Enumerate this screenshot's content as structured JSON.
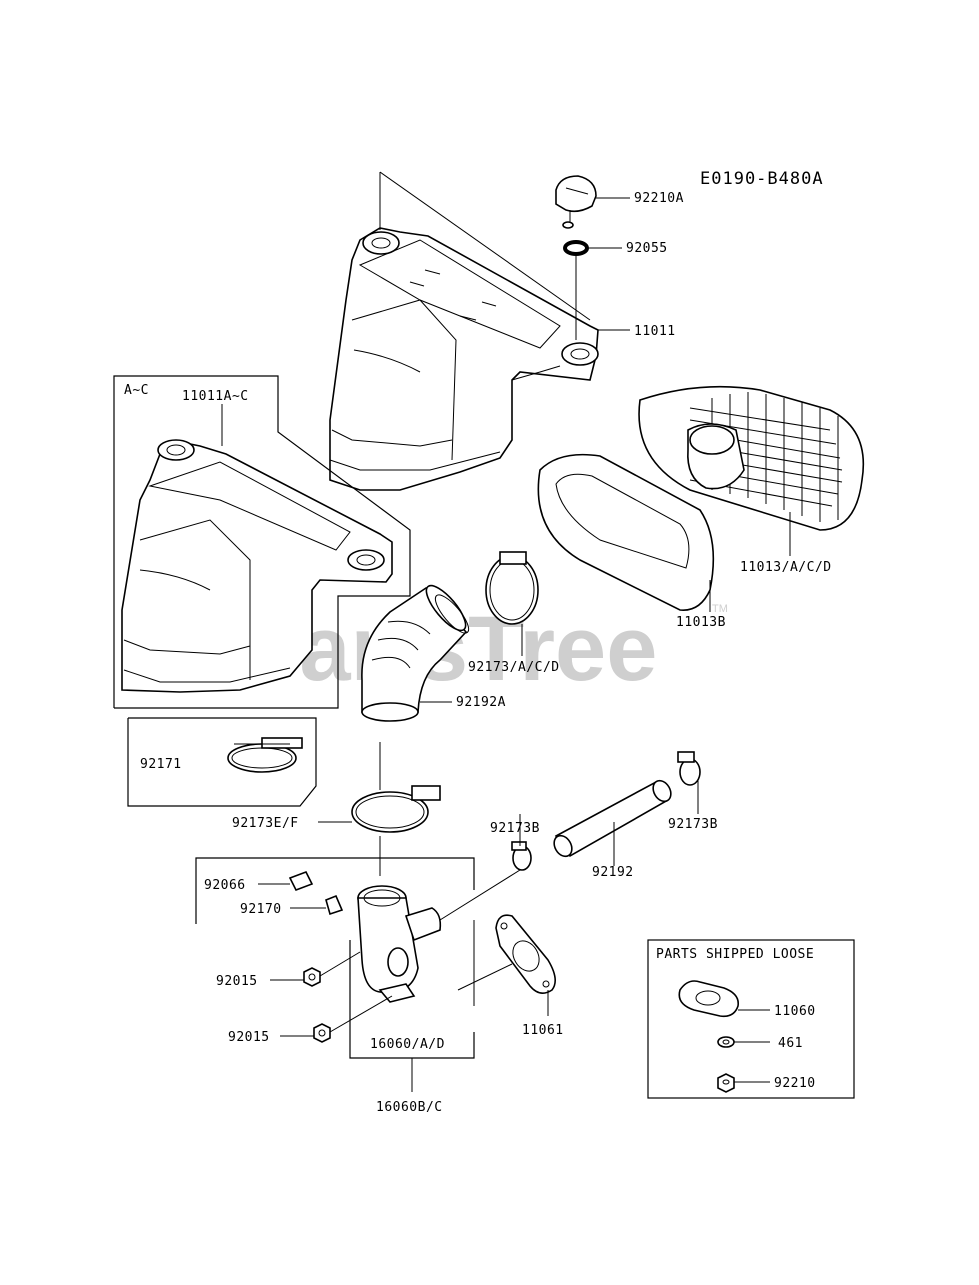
{
  "diagram": {
    "code": "E0190-B480A",
    "watermark": "PartsTree",
    "watermark_tm": "TM",
    "inset_variant_label": "A~C",
    "loose_parts_title": "PARTS SHIPPED LOOSE",
    "parts": {
      "p92210A": "92210A",
      "p92055": "92055",
      "p11011": "11011",
      "p11011AC": "11011A~C",
      "p11013ACD": "11013/A/C/D",
      "p11013B": "11013B",
      "p92173ACD": "92173/A/C/D",
      "p92192A": "92192A",
      "p92171": "92171",
      "p92173EF": "92173E/F",
      "p92173B_left": "92173B",
      "p92173B_right": "92173B",
      "p92192": "92192",
      "p92066": "92066",
      "p92170": "92170",
      "p92015_upper": "92015",
      "p92015_lower": "92015",
      "p16060AD": "16060/A/D",
      "p16060BC": "16060B/C",
      "p11061": "11061",
      "p11060": "11060",
      "p461": "461",
      "p92210": "92210"
    }
  }
}
